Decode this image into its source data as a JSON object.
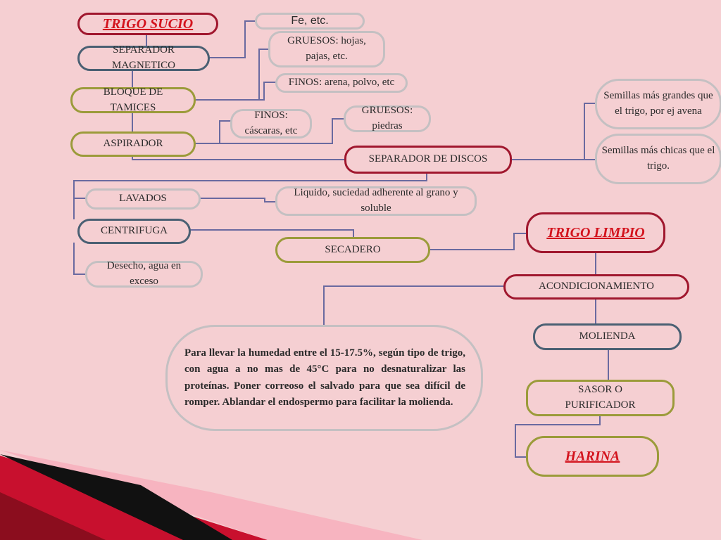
{
  "nodes": {
    "trigo_sucio": "TRIGO SUCIO",
    "separador_magnetico": "SEPARADOR MAGNETICO",
    "bloque_tamices": "BLOQUE DE TAMICES",
    "aspirador": "ASPIRADOR",
    "fe_etc": "Fe, etc.",
    "gruesos_hojas": "GRUESOS: hojas, pajas, etc.",
    "finos_arena": "FINOS: arena, polvo, etc",
    "finos_cascaras": "FINOS: cáscaras, etc",
    "gruesos_piedras": "GRUESOS: piedras",
    "separador_discos": "SEPARADOR DE DISCOS",
    "semillas_grandes": "Semillas más grandes que el trigo, por ej avena",
    "semillas_chicas": "Semillas más chicas que el trigo.",
    "lavados": "LAVADOS",
    "liquido": "Liquido, suciedad adherente al grano y soluble",
    "centrifuga": "CENTRIFUGA",
    "desecho": "Desecho, agua en exceso",
    "secadero": "SECADERO",
    "trigo_limpio": "TRIGO LIMPIO",
    "acondicionamiento": "ACONDICIONAMIENTO",
    "acond_text": "Para llevar la humedad entre el 15-17.5%, según tipo de trigo, con agua a no mas de 45°C para no desnaturalizar las proteínas. Poner correoso el salvado para que sea difícil de romper. Ablandar el endospermo para facilitar la molienda.",
    "molienda": "MOLIENDA",
    "sasor": "SASOR O PURIFICADOR",
    "harina": "HARINA"
  },
  "colors": {
    "background": "#f5cfd2",
    "connector": "#6a6aa0",
    "title_red": "#d3131d",
    "border_red": "#a0172e",
    "border_slate": "#4a6073",
    "border_olive": "#9b9b3a",
    "border_gray": "#c4c0c2"
  }
}
